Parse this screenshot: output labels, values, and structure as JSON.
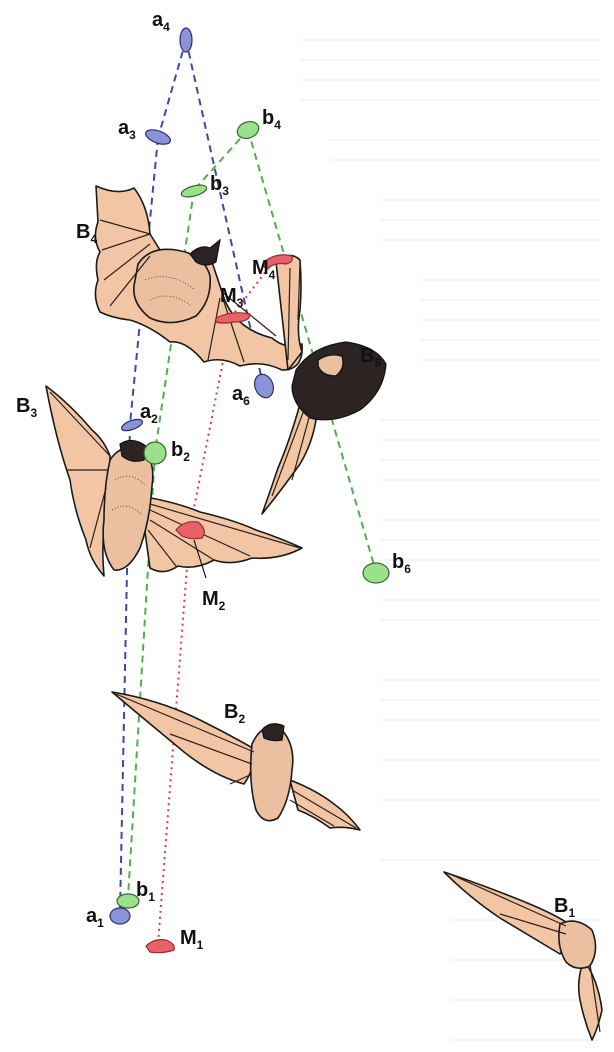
{
  "figure": {
    "colors": {
      "a_track": "#3a4aa8",
      "a_marker": "#8a92d8",
      "b_track": "#4eb04e",
      "b_marker": "#9be08a",
      "m_track": "#e03b3b",
      "m_marker": "#e8626a",
      "bat_fill": "#f2c6a4",
      "outline": "#1a1a1a"
    },
    "bats": [
      {
        "id": "B1",
        "main": "B",
        "sub": "1"
      },
      {
        "id": "B2",
        "main": "B",
        "sub": "2"
      },
      {
        "id": "B3",
        "main": "B",
        "sub": "3"
      },
      {
        "id": "B4",
        "main": "B",
        "sub": "4"
      },
      {
        "id": "B6",
        "main": "B",
        "sub": "6"
      }
    ],
    "track_a": [
      {
        "id": "a1",
        "main": "a",
        "sub": "1"
      },
      {
        "id": "a2",
        "main": "a",
        "sub": "2"
      },
      {
        "id": "a3",
        "main": "a",
        "sub": "3"
      },
      {
        "id": "a4",
        "main": "a",
        "sub": "4"
      },
      {
        "id": "a6",
        "main": "a",
        "sub": "6"
      }
    ],
    "track_b": [
      {
        "id": "b1",
        "main": "b",
        "sub": "1"
      },
      {
        "id": "b2",
        "main": "b",
        "sub": "2"
      },
      {
        "id": "b3",
        "main": "b",
        "sub": "3"
      },
      {
        "id": "b4",
        "main": "b",
        "sub": "4"
      },
      {
        "id": "b6",
        "main": "b",
        "sub": "6"
      }
    ],
    "track_m": [
      {
        "id": "M1",
        "main": "M",
        "sub": "1"
      },
      {
        "id": "M2",
        "main": "M",
        "sub": "2"
      },
      {
        "id": "M3",
        "main": "M",
        "sub": "3"
      },
      {
        "id": "M4",
        "main": "M",
        "sub": "4"
      }
    ]
  }
}
